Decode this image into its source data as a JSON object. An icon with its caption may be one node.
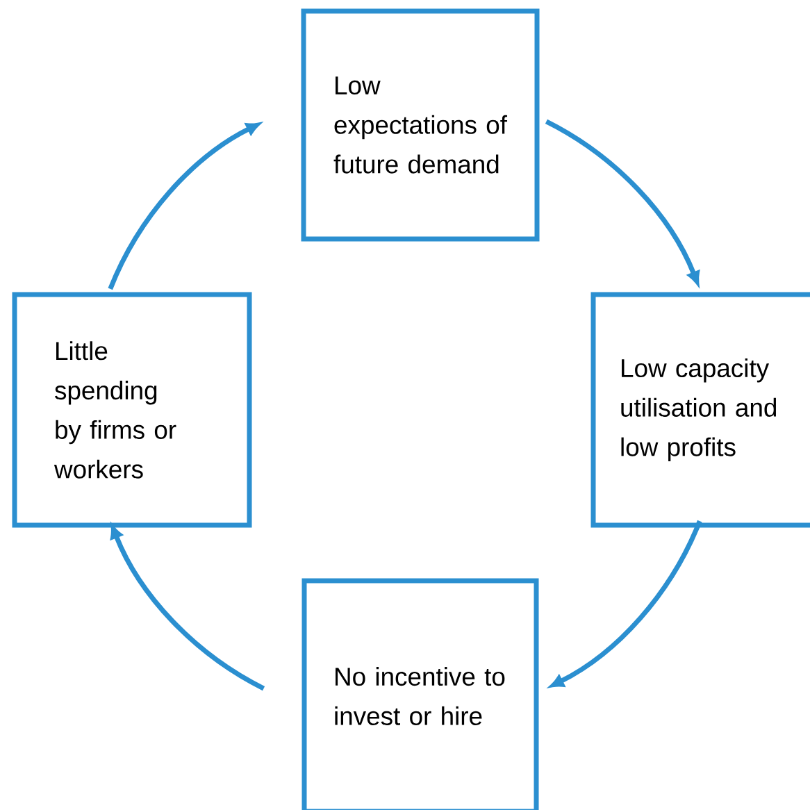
{
  "diagram": {
    "nodes": [
      {
        "text": [
          "Low expectations of future demand"
        ]
      },
      {
        "text": [
          "Low capacity utilisation and low profits"
        ]
      },
      {
        "text": [
          "No incentive to invest or hire"
        ]
      },
      {
        "text": [
          "Little spending by firms or workers"
        ]
      }
    ],
    "edges": [
      {
        "from": 0,
        "to": 1,
        "arrow": "to"
      },
      {
        "from": 1,
        "to": 2,
        "arrow": "to"
      },
      {
        "from": 2,
        "to": 3,
        "arrow": "to"
      },
      {
        "from": 3,
        "to": 0,
        "arrow": "to"
      }
    ]
  }
}
